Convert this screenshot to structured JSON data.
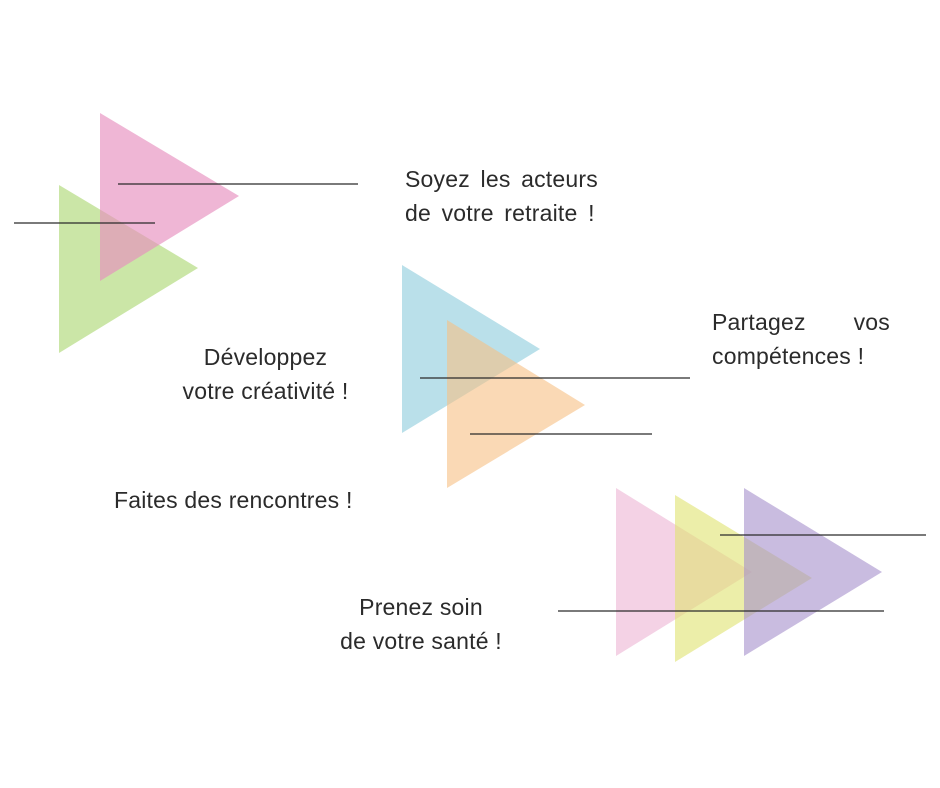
{
  "captions": {
    "soyez": {
      "line1": "Soyez les acteurs",
      "line2": "de votre retraite !"
    },
    "partagez": {
      "line1": "Partagez vos",
      "line2": "compétences !"
    },
    "developpez": {
      "line1": "Développez",
      "line2": "votre créativité !"
    },
    "faites": {
      "line1": "Faites des rencontres !"
    },
    "prenez": {
      "line1": "Prenez soin",
      "line2": "de votre santé !"
    }
  },
  "colors": {
    "text": "#2b2b2b",
    "line": "#2b2b2b",
    "pink": "#e68fbf",
    "green": "#a9d66d",
    "blue": "#8ccbdc",
    "orange": "#f7bf84",
    "light_pink": "#e9a6cb",
    "yellow": "#e0e370",
    "lavender": "#a58fcb"
  }
}
